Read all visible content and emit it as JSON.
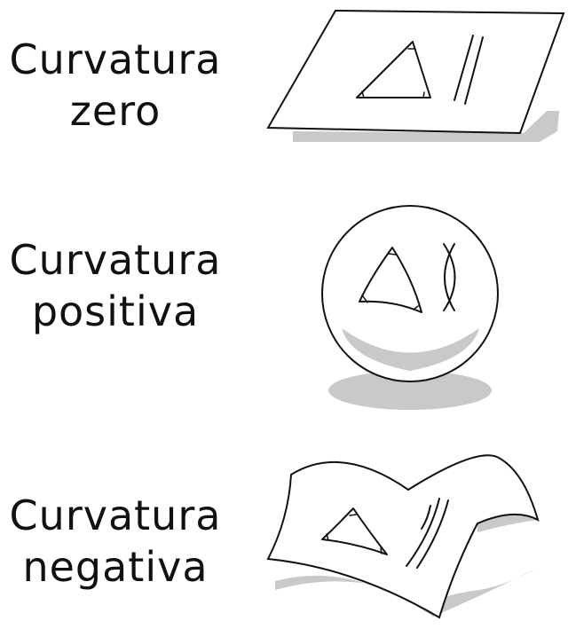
{
  "rows": [
    {
      "line1": "Curvatura",
      "line2": "zero"
    },
    {
      "line1": "Curvatura",
      "line2": "positiva"
    },
    {
      "line1": "Curvatura",
      "line2": "negativa"
    }
  ],
  "colors": {
    "ink": "#111111",
    "shadow": "#c9c9c9",
    "background": "#ffffff"
  }
}
